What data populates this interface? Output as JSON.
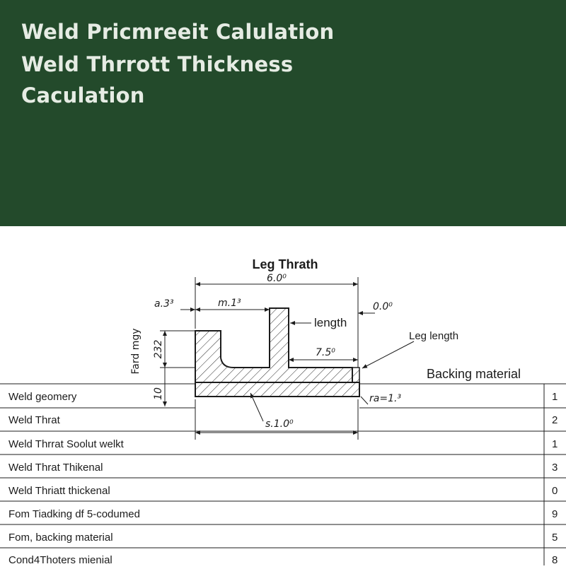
{
  "header": {
    "title_lines": [
      "Weld Pricmreeit Calulation",
      "Weld Thrrott Thickness",
      "Caculation"
    ]
  },
  "diagram": {
    "title": "Leg Thrath",
    "dimensions": {
      "top_width": "6.0⁰",
      "left_offset": "a.3³",
      "mid_offset": "m.1³",
      "right_offset": "0.0⁰",
      "vertical_label": "Fard mgy",
      "vertical_upper": "232",
      "vertical_lower": "10",
      "inner_width": "7.5⁰",
      "bottom_width": "s.1.0⁰",
      "small_note": "ra=1.³"
    },
    "callouts": {
      "length": "length",
      "leg_length": "Leg length",
      "backing_material": "Backing material"
    }
  },
  "table": {
    "rows": [
      {
        "label": "Weld geomery",
        "value": "1"
      },
      {
        "label": "Weld Thrat",
        "value": "2"
      },
      {
        "label": "Weld Thrrat Soolut welkt",
        "value": "1"
      },
      {
        "label": "Weld Thrat Thikenal",
        "value": "3"
      },
      {
        "label": "Weld Thriatt thickenal",
        "value": "0"
      },
      {
        "label": "Fom Tiadking df 5-codumed",
        "value": "9"
      },
      {
        "label": "Fom, backing material",
        "value": "5"
      },
      {
        "label": "Cond4Thoters mienial",
        "value": "8"
      }
    ]
  },
  "colors": {
    "header_bg": "#234a2b",
    "header_text": "#e6ece4",
    "line": "#1c1c1c"
  }
}
